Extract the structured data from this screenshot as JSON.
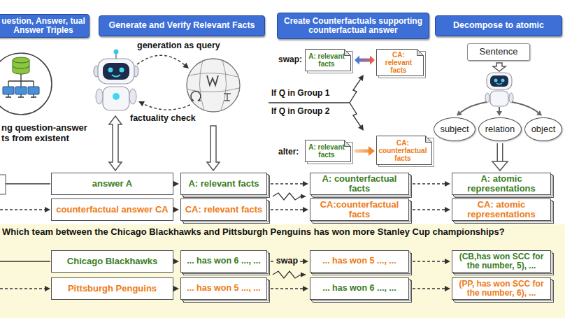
{
  "diagram": {
    "nodes": [
      {
        "text": [
          "uestion, Answer, tual Answer Triples"
        ]
      },
      {
        "text": [
          "Generate and Verify Relevant Facts"
        ]
      },
      {
        "text": [
          "Create Counterfactuals supporting counterfactual answer"
        ]
      },
      {
        "text": [
          "Decompose to atomic"
        ]
      },
      {
        "text": [
          "Sentence"
        ]
      },
      {
        "text": [
          "A: relevant facts"
        ]
      },
      {
        "text": [
          "CA: relevant facts"
        ]
      },
      {
        "text": [
          "subject"
        ]
      },
      {
        "text": [
          "relation"
        ]
      },
      {
        "text": [
          "object"
        ]
      },
      {
        "text": [
          "A: relevant facts"
        ]
      },
      {
        "text": [
          "CA: counterfactual facts"
        ]
      },
      {
        "text": [
          "answer A"
        ]
      },
      {
        "text": [
          "A: relevant facts"
        ]
      },
      {
        "text": [
          "A: counterfactual facts"
        ]
      },
      {
        "text": [
          "A: atomic representations"
        ]
      },
      {
        "text": [
          "counterfactual answer CA"
        ]
      },
      {
        "text": [
          "CA: relevant facts"
        ]
      },
      {
        "text": [
          "CA:counterfactual facts"
        ]
      },
      {
        "text": [
          "CA: atomic representations"
        ]
      },
      {
        "text": [
          "Which team between the Chicago Blackhawks and Pittsburgh Penguins has won more Stanley Cup championships?"
        ]
      },
      {
        "text": [
          "Chicago Blackhawks"
        ],
        "in": 20
      },
      {
        "text": [
          "... has won 6 ..., ..."
        ],
        "in": 20
      },
      {
        "text": [
          "... has won 5 ..., ..."
        ],
        "in": 20
      },
      {
        "text": [
          "(CB,has won SCC for the number, 5), ..."
        ],
        "in": 20
      },
      {
        "text": [
          "Pittsburgh Penguins"
        ],
        "in": 20
      },
      {
        "text": [
          "... has won 5 ..., ..."
        ],
        "in": 20
      },
      {
        "text": [
          "... has won 6 ..., ..."
        ],
        "in": 20
      },
      {
        "text": [
          "(PP, has won SCC for the number, 6), ..."
        ],
        "in": 20
      }
    ],
    "edges": [
      {
        "from": 5,
        "to": 6,
        "arrow": "both"
      },
      {
        "from": 10,
        "to": 11,
        "arrow": "to"
      },
      {
        "from": 8,
        "to": 15,
        "arrow": "to"
      },
      {
        "from": 12,
        "to": 13,
        "arrow": "to"
      },
      {
        "from": 13,
        "to": 14,
        "arrow": "to"
      },
      {
        "from": 14,
        "to": 15,
        "arrow": "to"
      },
      {
        "from": 16,
        "to": 17,
        "arrow": "to"
      },
      {
        "from": 17,
        "to": 18,
        "arrow": "to"
      },
      {
        "from": 18,
        "to": 19,
        "arrow": "to"
      },
      {
        "from": 21,
        "to": 22,
        "arrow": "to"
      },
      {
        "from": 22,
        "to": 23,
        "arrow": "to",
        "label": "swap"
      },
      {
        "from": 23,
        "to": 24,
        "arrow": "to"
      },
      {
        "from": 25,
        "to": 26,
        "arrow": "to"
      },
      {
        "from": 26,
        "to": 27,
        "arrow": "to"
      },
      {
        "from": 27,
        "to": 28,
        "arrow": "to"
      }
    ],
    "labels": [
      "ng question-answer ts from existent",
      "generation as query",
      "factuality check",
      "swap:",
      "If Q in Group 1",
      "If Q in Group 2",
      "alter:"
    ]
  }
}
